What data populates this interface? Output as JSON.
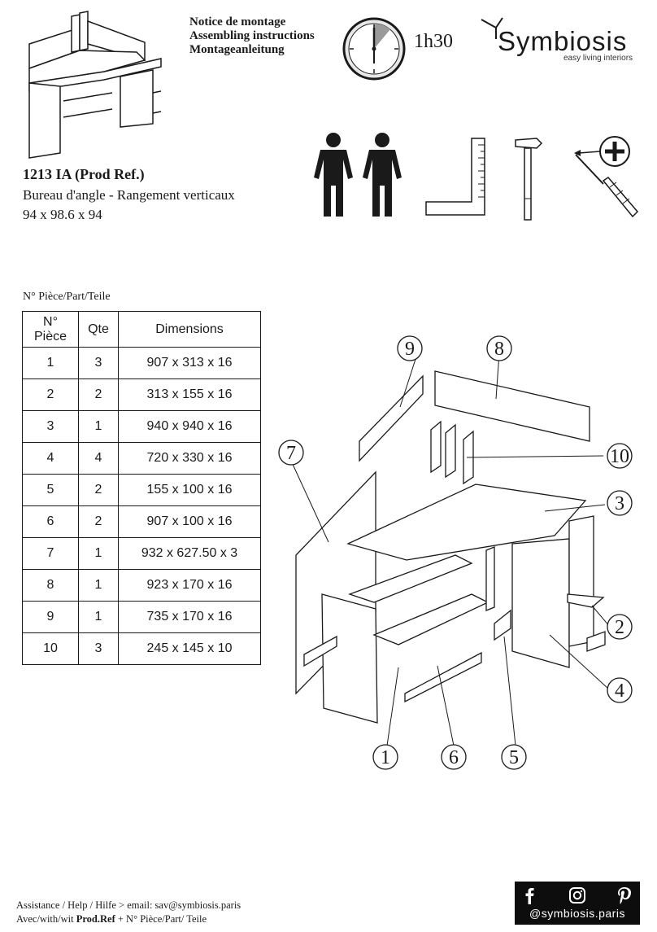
{
  "header": {
    "notice_fr": "Notice de montage",
    "notice_en": "Assembling instructions",
    "notice_de": "Montageanleitung",
    "assembly_time": "1h30",
    "brand": "Symbiosis",
    "tagline": "easy living interiors"
  },
  "product": {
    "reference": "1213 IA (Prod Ref.)",
    "description": "Bureau d'angle - Rangement verticaux",
    "dimensions": "94 x 98.6 x 94"
  },
  "parts": {
    "label": "N° Pièce/Part/Teile",
    "headers": {
      "piece_line1": "N°",
      "piece_line2": "Pièce",
      "qty": "Qte",
      "dimensions": "Dimensions"
    },
    "rows": [
      {
        "n": "1",
        "qty": "3",
        "dim": "907 x 313 x 16"
      },
      {
        "n": "2",
        "qty": "2",
        "dim": "313 x 155 x 16"
      },
      {
        "n": "3",
        "qty": "1",
        "dim": "940 x 940 x 16"
      },
      {
        "n": "4",
        "qty": "4",
        "dim": "720 x 330 x 16"
      },
      {
        "n": "5",
        "qty": "2",
        "dim": "155 x 100 x 16"
      },
      {
        "n": "6",
        "qty": "2",
        "dim": "907 x 100 x 16"
      },
      {
        "n": "7",
        "qty": "1",
        "dim": "932 x 627.50 x 3"
      },
      {
        "n": "8",
        "qty": "1",
        "dim": "923 x 170 x 16"
      },
      {
        "n": "9",
        "qty": "1",
        "dim": "735 x 170 x 16"
      },
      {
        "n": "10",
        "qty": "3",
        "dim": "245 x 145 x 10"
      }
    ]
  },
  "diagram": {
    "callouts": [
      "9",
      "8",
      "7",
      "10",
      "3",
      "2",
      "4",
      "1",
      "6",
      "5"
    ]
  },
  "footer": {
    "line1": "Assistance / Help / Hilfe  > email: sav@symbiosis.paris",
    "line2_prefix": "Avec/with/wit ",
    "line2_bold": "Prod.Ref",
    "line2_suffix": " + N° Pièce/Part/ Teile"
  },
  "social": {
    "handle": "@symbiosis.paris",
    "icons": [
      "facebook-icon",
      "instagram-icon",
      "pinterest-icon"
    ]
  }
}
